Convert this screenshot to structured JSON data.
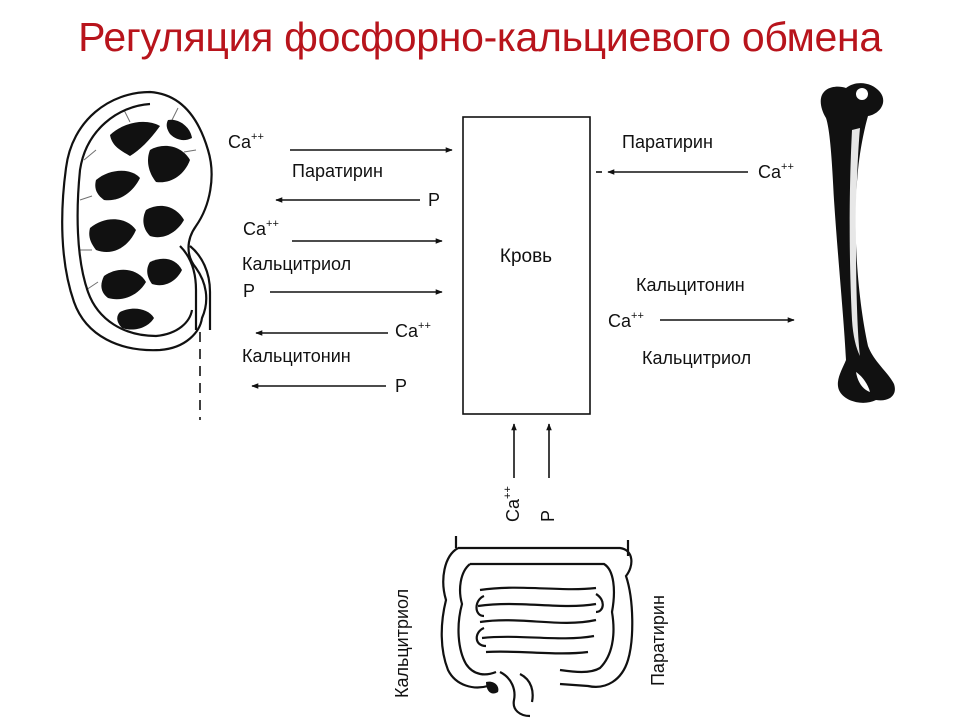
{
  "slide": {
    "title": "Регуляция фосфорно-кальциевого обмена",
    "accent_color": "#b8141c"
  },
  "diagram": {
    "center_box": "Кровь",
    "kidney_side": {
      "ca_1": "Ca",
      "ca_1_sup": "++",
      "paratyrin": "Паратирин",
      "p_1": "P",
      "ca_2": "Ca",
      "ca_2_sup": "++",
      "calcitriol": "Кальцитриол",
      "p_2": "P",
      "ca_3": "Ca",
      "ca_3_sup": "++",
      "calcitonin": "Кальцитонин",
      "p_3": "P"
    },
    "bone_side": {
      "paratyrin": "Паратирин",
      "ca_1": "Ca",
      "ca_1_sup": "++",
      "calcitonin": "Кальцитонин",
      "ca_2": "Ca",
      "ca_2_sup": "++",
      "calcitriol": "Кальцитриол"
    },
    "intestine_side": {
      "ca": "Ca",
      "ca_sup": "++",
      "p": "P",
      "calcitriol": "Кальцитриол",
      "paratyrin": "Паратирин"
    },
    "icons": {
      "kidney": "kidney-icon",
      "bone": "femur-bone-icon",
      "intestine": "intestine-icon"
    }
  }
}
